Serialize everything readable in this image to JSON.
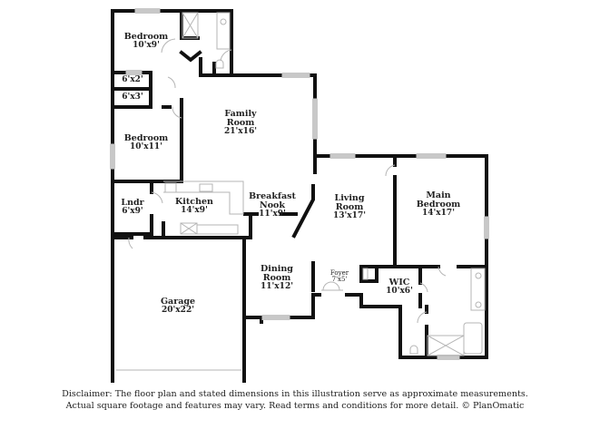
{
  "floorplan": {
    "rooms": [
      {
        "id": "bedroom-2",
        "name": "Bedroom",
        "dim": "10'x9'"
      },
      {
        "id": "closet-a",
        "name": "",
        "dim": "6'x2'"
      },
      {
        "id": "closet-b",
        "name": "",
        "dim": "6'x3'"
      },
      {
        "id": "bedroom-3",
        "name": "Bedroom",
        "dim": "10'x11'"
      },
      {
        "id": "family-room",
        "name": "Family Room",
        "name_l1": "Family",
        "name_l2": "Room",
        "dim": "21'x16'"
      },
      {
        "id": "laundry",
        "name": "Lndr",
        "dim": "6'x9'"
      },
      {
        "id": "kitchen",
        "name": "Kitchen",
        "dim": "14'x9'"
      },
      {
        "id": "breakfast-nook",
        "name": "Breakfast Nook",
        "name_l1": "Breakfast",
        "name_l2": "Nook",
        "dim": "11'x9'"
      },
      {
        "id": "living-room",
        "name": "Living Room",
        "name_l1": "Living",
        "name_l2": "Room",
        "dim": "13'x17'"
      },
      {
        "id": "main-bedroom",
        "name": "Main Bedroom",
        "name_l1": "Main",
        "name_l2": "Bedroom",
        "dim": "14'x17'"
      },
      {
        "id": "dining-room",
        "name": "Dining Room",
        "name_l1": "Dining",
        "name_l2": "Room",
        "dim": "11'x12'"
      },
      {
        "id": "foyer",
        "name": "Foyer",
        "dim": "7'x5'"
      },
      {
        "id": "wic",
        "name": "WIC",
        "dim": "10'x6'"
      },
      {
        "id": "garage",
        "name": "Garage",
        "dim": "20'x22'"
      }
    ],
    "colors": {
      "wall": "#111111",
      "fixture": "#b5b5b5",
      "window": "#c8c8c8",
      "text": "#222222"
    }
  },
  "disclaimer": {
    "line1": "Disclaimer: The floor plan and stated dimensions in this illustration serve as approximate measurements.",
    "line2": "Actual square footage and features may vary. Read terms and conditions for more detail. © PlanOmatic"
  }
}
